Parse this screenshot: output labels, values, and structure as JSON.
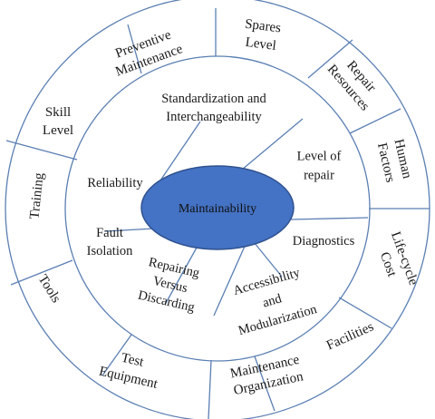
{
  "center": {
    "label": "Maintainability",
    "fill": "#4472C4",
    "stroke": "#2F528F"
  },
  "stroke_color": "#5B7FB3",
  "inner_ring": [
    {
      "id": "standardization",
      "lines": [
        "Standardization and",
        "Interchangeability"
      ]
    },
    {
      "id": "level-of-repair",
      "lines": [
        "Level of",
        "repair"
      ]
    },
    {
      "id": "diagnostics",
      "lines": [
        "Diagnostics"
      ]
    },
    {
      "id": "accessibility",
      "lines": [
        "Accessibility",
        "and",
        "Modularization"
      ]
    },
    {
      "id": "repairing-versus-discarding",
      "lines": [
        "Repairing",
        "Versus",
        "Discarding"
      ]
    },
    {
      "id": "fault-isolation",
      "lines": [
        "Fault",
        "Isolation"
      ]
    },
    {
      "id": "reliability",
      "lines": [
        "Reliability"
      ]
    }
  ],
  "outer_ring": [
    {
      "id": "spares-level",
      "lines": [
        "Spares",
        "Level"
      ]
    },
    {
      "id": "repair-resources",
      "lines": [
        "Repair",
        "Resources"
      ]
    },
    {
      "id": "human-factors",
      "lines": [
        "Human",
        "Factors"
      ]
    },
    {
      "id": "life-cycle-cost",
      "lines": [
        "Life-cycle",
        "Cost"
      ]
    },
    {
      "id": "facilities",
      "lines": [
        "Facilities"
      ]
    },
    {
      "id": "maintenance-organization",
      "lines": [
        "Maintenance",
        "Organization"
      ]
    },
    {
      "id": "test-equipment",
      "lines": [
        "Test",
        "Equipment"
      ]
    },
    {
      "id": "tools",
      "lines": [
        "Tools"
      ]
    },
    {
      "id": "training",
      "lines": [
        "Training"
      ]
    },
    {
      "id": "skill-level",
      "lines": [
        "Skill",
        "Level"
      ]
    },
    {
      "id": "preventive-maintenance",
      "lines": [
        "Preventive",
        "Maintenance"
      ]
    }
  ]
}
